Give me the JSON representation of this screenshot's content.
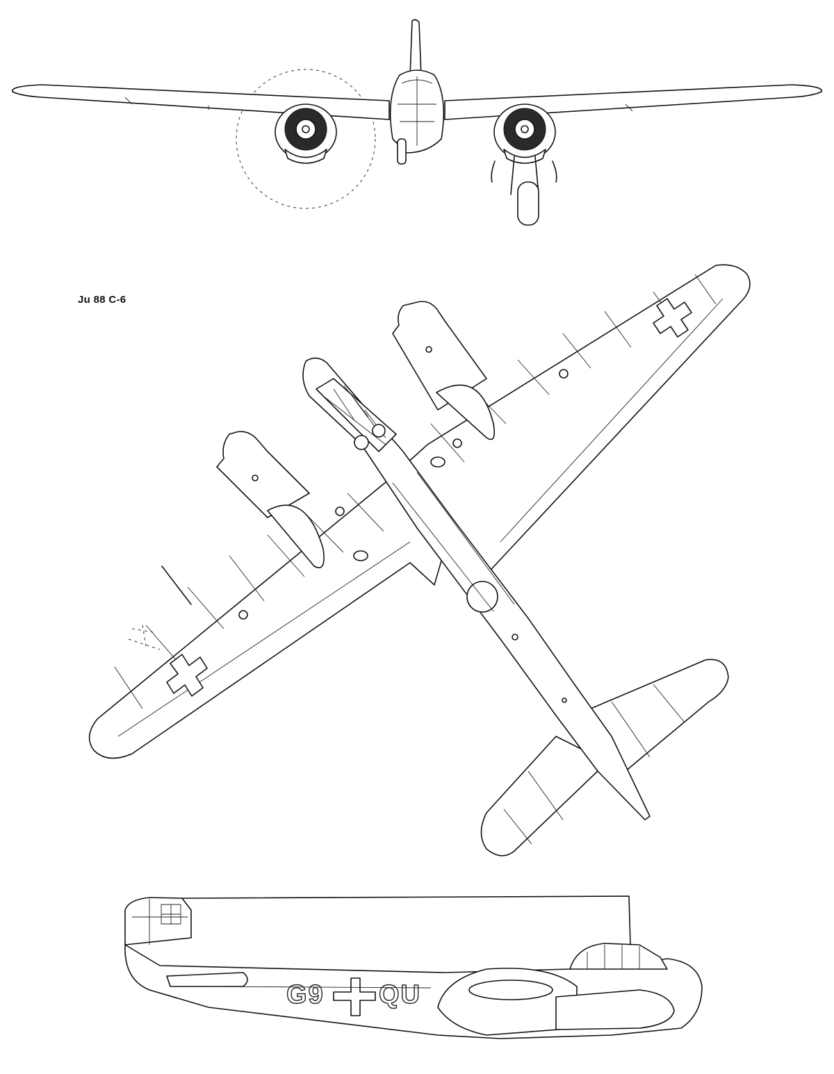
{
  "drawing": {
    "title": "Ju 88 C-6",
    "fuselage_code_left": "G9",
    "fuselage_code_right": "QU"
  }
}
